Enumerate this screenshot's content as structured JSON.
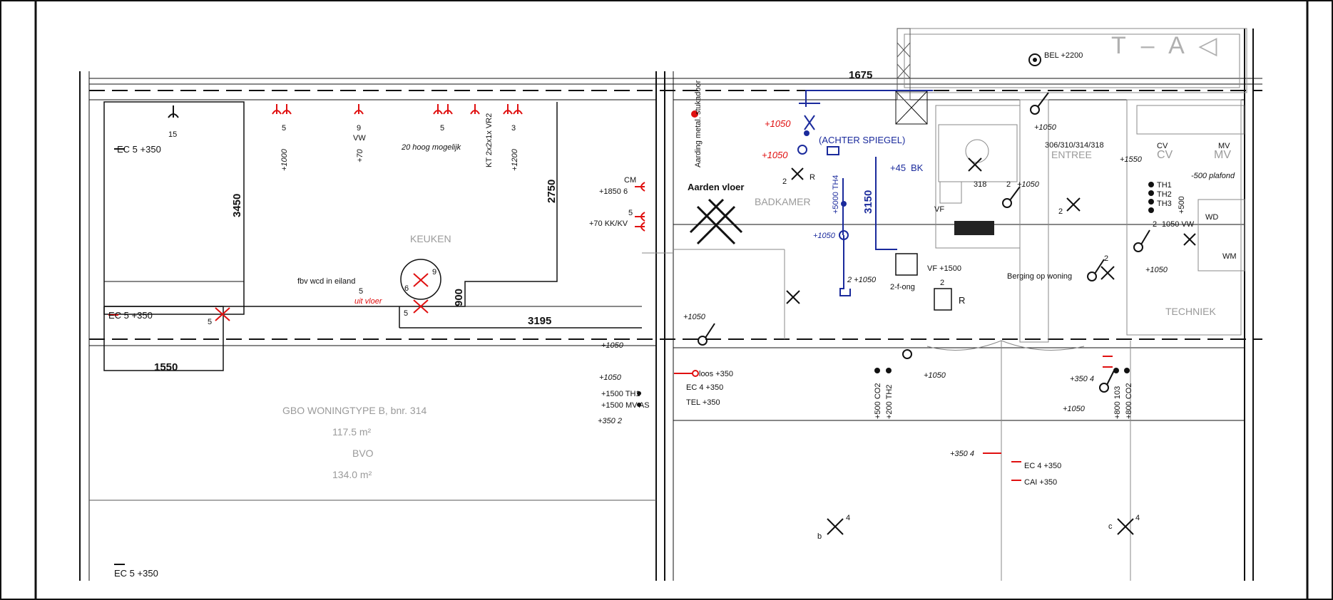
{
  "sheet": {
    "title_mark": "T – A ◁",
    "unit_info": [
      "GBO WONINGTYPE B, bnr. 314",
      "117.5 m²",
      "BVO",
      "134.0 m²"
    ],
    "colors": {
      "red": "#e01010",
      "blue": "#1a2a9c",
      "line": "#111111",
      "grey": "#9a9a9a"
    }
  },
  "rooms": {
    "keuken": "KEUKEN",
    "badkamer": "BADKAMER",
    "entree": "ENTREE",
    "techniek": "TECHNIEK",
    "entree_numbers": "306/310/314/318"
  },
  "dimensions": {
    "d1675": "1675",
    "d3450": "3450",
    "d2750": "2750",
    "d900": "900",
    "d3195": "3195",
    "d1550": "1550",
    "d3150": "3150"
  },
  "kitchen": {
    "ec1": "EC 5 +350",
    "ec2": "EC 5 +350",
    "ec3": "EC 5 +350",
    "s15": "15",
    "s5a": "5",
    "s9vw": "9",
    "vw": "VW",
    "s5b": "5",
    "s3": "3",
    "h1000": "+1000",
    "h70": "+70",
    "hoog": "20 hoog mogelijk",
    "kt": "KT 2x2x1x VR2",
    "h1200": "+1200",
    "fbv": "fbv wcd in eiland",
    "fbv_n": "5",
    "uitvloer": "uit vloer",
    "n5a": "5",
    "n5b": "5",
    "n9": "9",
    "n6": "6",
    "cm": "CM",
    "cm_h": "+1850 6",
    "kk_n": "5",
    "kk": "+70 KK/KV"
  },
  "middle": {
    "aarding": "Aarding metal. stukadoor",
    "aarden_vloer": "Aarden vloer",
    "r1050a": "+1050",
    "r1050b": "+1050",
    "n2r": "2",
    "r": "R",
    "achter": "(ACHTER SPIEGEL)",
    "bk45": "+45",
    "bk": "BK",
    "th4": "+5000 TH4",
    "b1050": "+1050",
    "h2_1050": "2 +1050",
    "vf": "VF",
    "vf1500": "VF +1500",
    "fong": "2-f-ong",
    "r2": "R",
    "n2c": "2",
    "n318": "318",
    "h1050c": "+1050",
    "n2d": "2",
    "l1050": "+1050",
    "l1050b": "+1050",
    "l1050c": "+1050",
    "th1": "+1500 TH1",
    "mvas": "+1500 MV AS",
    "h350_2": "+350 2",
    "loos": "loos +350",
    "ec4": "EC 4 +350",
    "tel": "TEL +350",
    "co2a": "+500 CO2",
    "th2": "+200 TH2",
    "h1050d": "+1050",
    "b": "b",
    "n4": "4"
  },
  "right": {
    "bel": "BEL +2200",
    "h1050e": "+1050",
    "cv": "CV",
    "cv1550": "+1550",
    "mv": "MV",
    "plafond": "-500 plafond",
    "th1": "TH1",
    "th2": "TH2",
    "th3": "TH3",
    "h500": "+500",
    "vw1050": "2 -1050 VW",
    "wd": "WD",
    "wm": "WM",
    "n2e": "2",
    "h1050f": "+1050",
    "berging": "Berging op woning",
    "n2f": "2",
    "h350_4": "+350 4",
    "h1050g": "+1050",
    "co2b": "+800 103",
    "co2c": "+800 CO2",
    "h350_4b": "+350 4",
    "ec4b": "EC 4 +350",
    "cai": "CAI +350",
    "c": "c",
    "n4b": "4"
  }
}
